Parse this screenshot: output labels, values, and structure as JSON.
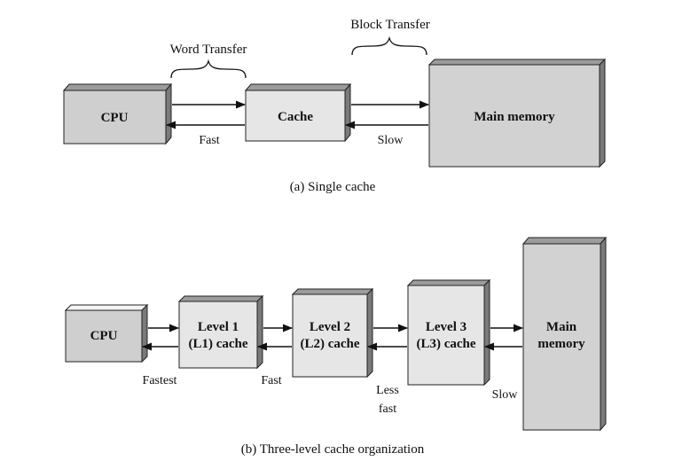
{
  "top": {
    "word_transfer": "Word Transfer",
    "block_transfer": "Block Transfer",
    "cpu": "CPU",
    "cache": "Cache",
    "main_memory": "Main memory",
    "fast": "Fast",
    "slow": "Slow",
    "caption": "(a) Single cache"
  },
  "bottom": {
    "cpu": "CPU",
    "l1_line1": "Level 1",
    "l1_line2": "(L1) cache",
    "l2_line1": "Level 2",
    "l2_line2": "(L2) cache",
    "l3_line1": "Level 3",
    "l3_line2": "(L3) cache",
    "mem_line1": "Main",
    "mem_line2": "memory",
    "fastest": "Fastest",
    "fast": "Fast",
    "less_fast_line1": "Less",
    "less_fast_line2": "fast",
    "slow": "Slow",
    "caption": "(b) Three-level cache organization"
  },
  "colors": {
    "box_light": "#e6e6e6",
    "box_medium": "#d2d2d2",
    "box_dark": "#cfcfcf",
    "side_shade": "#7a7a7a",
    "top_shade": "#9c9c9c",
    "stroke": "#222222"
  }
}
